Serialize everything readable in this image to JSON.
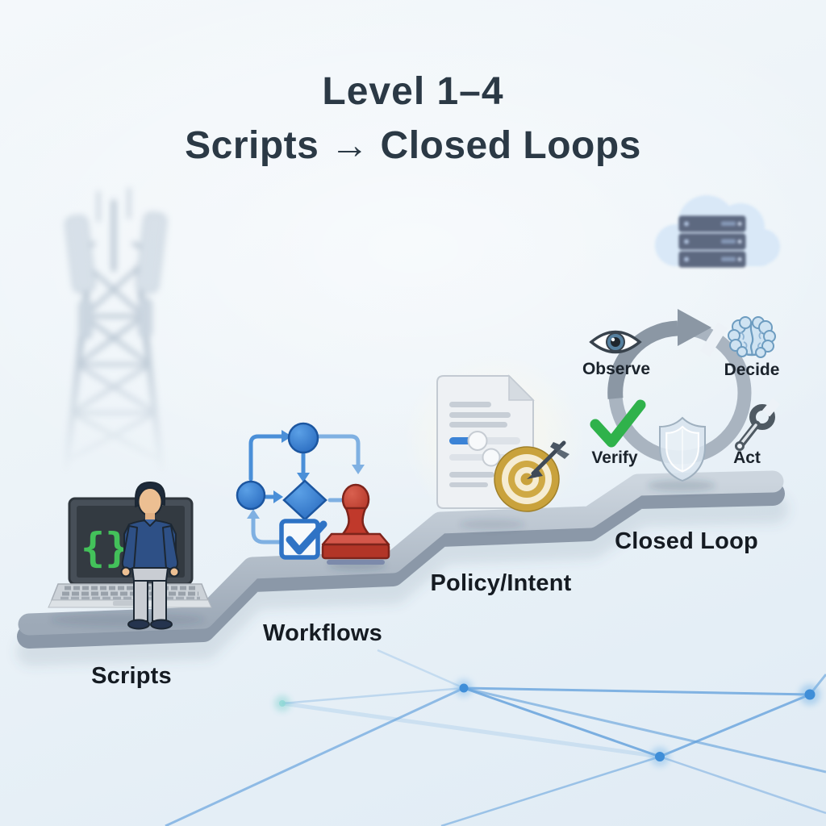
{
  "title": {
    "line1": "Level 1–4",
    "line2": "Scripts → Closed Loops"
  },
  "steps": [
    {
      "id": "scripts",
      "label": "Scripts"
    },
    {
      "id": "workflows",
      "label": "Workflows"
    },
    {
      "id": "policy-intent",
      "label": "Policy/Intent"
    },
    {
      "id": "closed-loop",
      "label": "Closed Loop"
    }
  ],
  "scripts_scene": {
    "code_text": "{}"
  },
  "closed_loop": {
    "observe": "Observe",
    "decide": "Decide",
    "act": "Act",
    "verify": "Verify"
  },
  "icons": [
    "cell-tower-icon",
    "laptop-icon",
    "person-icon",
    "flowchart-icon",
    "checkbox-icon",
    "stamp-icon",
    "document-icon",
    "target-icon",
    "loop-ring-icon",
    "eye-icon",
    "brain-icon",
    "wrench-icon",
    "checkmark-icon",
    "shield-icon",
    "cloud-server-icon",
    "network-mesh"
  ],
  "colors": {
    "background": "#ecf3f8",
    "title_text": "#2b3945",
    "label_text": "#151b22",
    "step_top": "#b4c0cc",
    "step_front": "#8b98a8",
    "flow_blue": "#3b82d0",
    "light_arrow_blue": "#85b6e6",
    "stamp_red": "#b23527",
    "check_green": "#2fb24b",
    "code_green": "#43c15a",
    "target_gold": "#c9a23c",
    "ring_gray": "#a9b4c0",
    "mesh_blue": "#5f9edb",
    "cloud_blue": "#d7e7f7",
    "server_slate": "#55617a"
  }
}
